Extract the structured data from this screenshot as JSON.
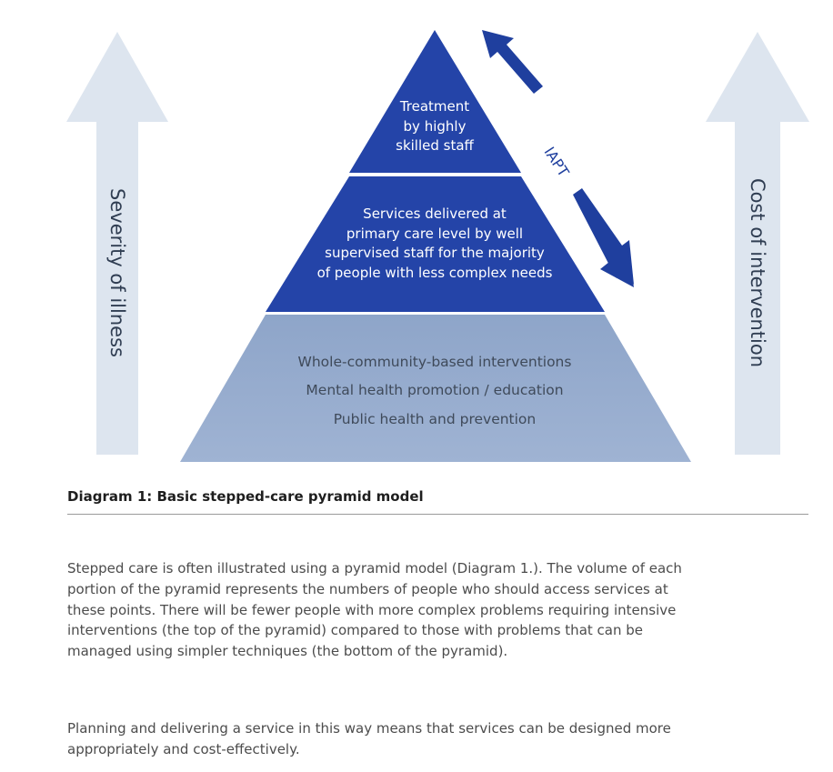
{
  "diagram": {
    "tiers": [
      {
        "level": "top",
        "lines": [
          "Treatment",
          "by highly",
          "skilled staff"
        ]
      },
      {
        "level": "middle",
        "lines": [
          "Services delivered at",
          "primary care level by well",
          "supervised staff for the majority",
          "of people with less complex needs"
        ]
      },
      {
        "level": "base",
        "lines": [
          "Whole-community-based interventions",
          "Mental health promotion / education",
          "Public health and prevention"
        ]
      }
    ],
    "left_arrow_label": "Severity of illness",
    "right_arrow_label": "Cost of intervention",
    "iapt_label": "IAPT",
    "colors": {
      "tier_dark": "#2444a8",
      "tier_light": "#93a9cc",
      "arrow_pale": "#dde5ef",
      "iapt_arrow": "#1f3f9e"
    }
  },
  "caption": "Diagram 1: Basic stepped-care pyramid model",
  "paragraphs": [
    "Stepped care is often illustrated using a pyramid model (Diagram 1.). The volume of each portion of the pyramid represents the numbers of people who should access services at these points. There will be fewer people with more complex problems requiring intensive interventions (the top of the pyramid) compared to those with problems that can be managed using simpler techniques (the bottom of the pyramid).",
    "Planning and delivering a service in this way means that services can be designed more appropriately and cost-effectively."
  ]
}
